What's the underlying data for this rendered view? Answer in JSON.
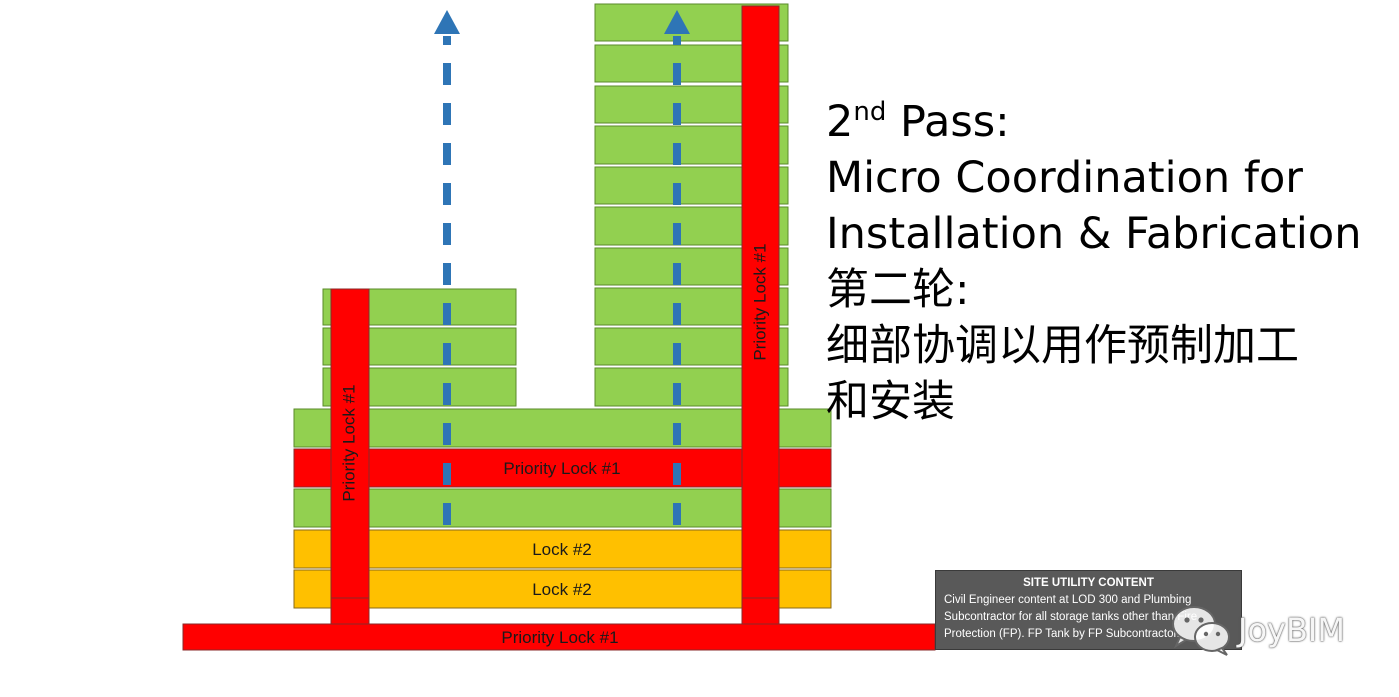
{
  "colors": {
    "green": "#92D050",
    "red": "#FF0000",
    "orange": "#FFC000",
    "arrow_blue": "#2E75B6",
    "box_gray": "#595959"
  },
  "labels": {
    "priority_lock": "Priority Lock #1",
    "lock2": "Lock #2"
  },
  "title": {
    "pass_number": "2",
    "pass_suffix": "nd",
    "pass_word": " Pass:",
    "line2": "Micro Coordination for",
    "line3": "Installation & Fabrication",
    "line4": "第二轮:",
    "line5": "细部协调以用作预制加工",
    "line6": "和安装"
  },
  "site_utility": {
    "heading": "SITE UTILITY CONTENT",
    "body": "Civil Engineer content at LOD 300 and Plumbing Subcontractor for all storage tanks other than Fire Protection (FP).  FP Tank by FP Subcontractor."
  },
  "watermark": {
    "brand": "JoyBIM",
    "icon": "wechat-icon"
  }
}
